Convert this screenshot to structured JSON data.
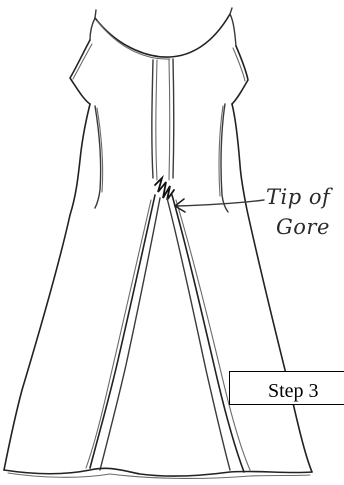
{
  "annotation": {
    "line1": "Tip of",
    "line2": "Gore"
  },
  "step_label": "Step 3"
}
